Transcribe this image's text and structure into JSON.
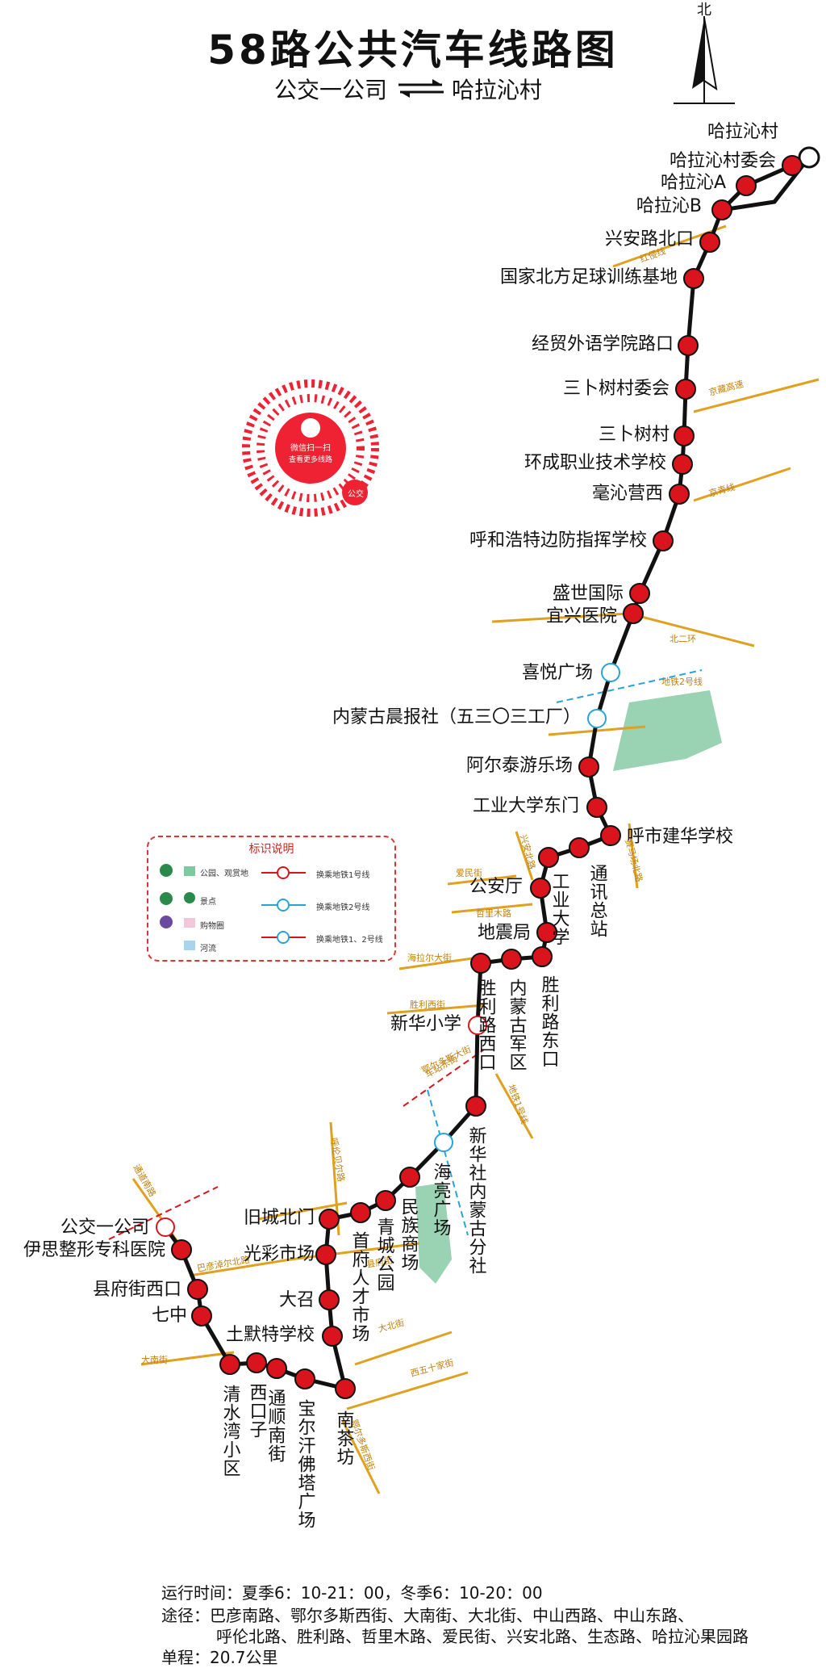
{
  "header": {
    "title": "58路公共汽车线路图",
    "from": "公交一公司",
    "to": "哈拉沁村",
    "north_label": "北"
  },
  "qr": {
    "line1": "微信扫一扫",
    "line2": "查看更多线路",
    "badge": "公交"
  },
  "legend": {
    "title": "标识说明",
    "items": [
      "公园、观赏地",
      "景点",
      "购物圈",
      "河流",
      "换乘地铁1号线",
      "换乘地铁2号线",
      "换乘地铁1、2号线"
    ]
  },
  "roads": [
    "红侵线",
    "京藏高速",
    "京青线",
    "北二环",
    "地铁2号线",
    "赛马场北路",
    "兴安北路",
    "爱民街",
    "哲里木路",
    "海拉尔大街",
    "胜利西街",
    "车站东街",
    "地铁1号线",
    "呼伦贝尔路",
    "通道南路",
    "巴彦淖尔北路",
    "县府街",
    "大北街",
    "大南街",
    "西五十家街",
    "鄂尔多斯西街",
    "鄂尔多斯大街",
    "昭君路",
    "地铁1号线"
  ],
  "stops": [
    {
      "name": "哈拉沁村"
    },
    {
      "name": "哈拉沁村委会"
    },
    {
      "name": "哈拉沁A"
    },
    {
      "name": "哈拉沁B"
    },
    {
      "name": "兴安路北口"
    },
    {
      "name": "国家北方足球训练基地"
    },
    {
      "name": "经贸外语学院路口"
    },
    {
      "name": "三卜树村委会"
    },
    {
      "name": "三卜树村"
    },
    {
      "name": "环成职业技术学校"
    },
    {
      "name": "毫沁营西"
    },
    {
      "name": "呼和浩特边防指挥学校"
    },
    {
      "name": "盛世国际"
    },
    {
      "name": "宜兴医院"
    },
    {
      "name": "喜悦广场"
    },
    {
      "name": "内蒙古晨报社（五三〇三工厂）"
    },
    {
      "name": "阿尔泰游乐场"
    },
    {
      "name": "工业大学东门"
    },
    {
      "name": "呼市建华学校"
    },
    {
      "name": "通讯总站"
    },
    {
      "name": "工业大学"
    },
    {
      "name": "公安厅"
    },
    {
      "name": "地震局"
    },
    {
      "name": "胜利路东口"
    },
    {
      "name": "内蒙古军区"
    },
    {
      "name": "胜利路西口"
    },
    {
      "name": "新华小学"
    },
    {
      "name": "新华社内蒙古分社"
    },
    {
      "name": "海亮广场"
    },
    {
      "name": "民族商场"
    },
    {
      "name": "青城公园"
    },
    {
      "name": "首府人才市场"
    },
    {
      "name": "旧城北门"
    },
    {
      "name": "光彩市场"
    },
    {
      "name": "大召"
    },
    {
      "name": "土默特学校"
    },
    {
      "name": "南茶坊"
    },
    {
      "name": "宝尔汗佛塔广场"
    },
    {
      "name": "通顺南街"
    },
    {
      "name": "西口子"
    },
    {
      "name": "清水湾小区"
    },
    {
      "name": "七中"
    },
    {
      "name": "县府街西口"
    },
    {
      "name": "伊思整形专科医院"
    },
    {
      "name": "公交一公司"
    }
  ],
  "footer": {
    "hours": "运行时间：夏季6：10-21：00，冬季6：10-20：00",
    "via1": "途径：巴彦南路、鄂尔多斯西街、大南街、大北街、中山西路、中山东路、",
    "via2": "呼伦北路、胜利路、哲里木路、爱民街、兴安北路、生态路、哈拉沁果园路",
    "distance": "单程：20.7公里"
  },
  "colors": {
    "stop": "#d9141c",
    "route": "#111111",
    "road": "#e0a020",
    "metro2": "#29a3d6",
    "metro1": "#d9141c",
    "park": "#7fc8a0"
  }
}
